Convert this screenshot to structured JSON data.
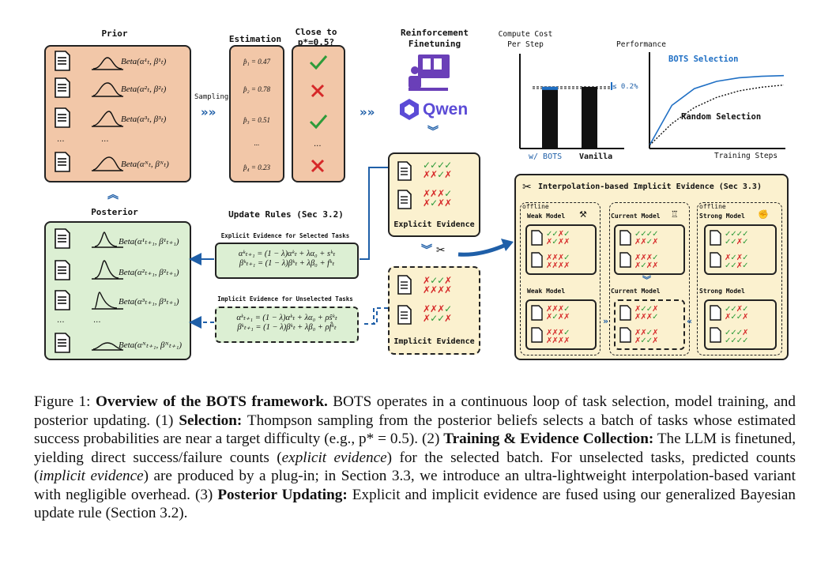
{
  "prior": {
    "title": "Prior",
    "rows": [
      "Beta(α¹ₜ, β¹ₜ)",
      "Beta(α²ₜ, β²ₜ)",
      "Beta(α³ₜ, β³ₜ)",
      "Beta(αᴺₜ, βᴺₜ)"
    ],
    "ellipsis": "...",
    "sampling": "Sampling"
  },
  "estimation": {
    "title": "Estimation",
    "values": [
      "p̂₁ = 0.47",
      "p̂₂ = 0.78",
      "p̂₃ = 0.51",
      "p̂₄ = 0.23"
    ],
    "ellipsis": "..."
  },
  "close": {
    "title_line1": "Close to",
    "title_line2": "p*=0.5?",
    "marks": [
      "check",
      "cross",
      "check",
      "cross"
    ]
  },
  "posterior": {
    "title": "Posterior",
    "rows": [
      "Beta(α¹ₜ₊₁, β¹ₜ₊₁)",
      "Beta(α²ₜ₊₁, β²ₜ₊₁)",
      "Beta(α³ₜ₊₁, β³ₜ₊₁)",
      "Beta(αᴺₜ₊₁, βᴺₜ₊₁)"
    ],
    "ellipsis": "..."
  },
  "update": {
    "title": "Update Rules (Sec 3.2)",
    "explicit_label": "Explicit Evidence for Selected Tasks",
    "explicit_eq1": "αᵏₜ₊₁ = (1 − λ)αᵏₜ + λα₀ + sᵏₜ",
    "explicit_eq2": "βᵏₜ₊₁ = (1 − λ)βᵏₜ + λβ₀ + fᵏₜ",
    "implicit_label": "Implicit Evidence for Unselected Tasks",
    "implicit_eq1": "αᵏₜ₊₁ = (1 − λ)αᵏₜ + λα₀ + ρŝᵏₜ",
    "implicit_eq2": "βᵏₜ₊₁ = (1 − λ)βᵏₜ + λβ₀ + ρf̂ᵏₜ"
  },
  "rl": {
    "title_line1": "Reinforcement",
    "title_line2": "Finetuning",
    "qwen": "Qwen",
    "explicit_title": "Explicit Evidence",
    "implicit_title": "Implicit Evidence"
  },
  "chart_left": {
    "title_line1": "Compute Cost",
    "title_line2": "Per Step",
    "categories": [
      "w/ BOTS",
      "Vanilla"
    ],
    "annotation": "≤ 0.2%"
  },
  "chart_right": {
    "title": "Performance",
    "xlabel": "Training Steps",
    "series": [
      "BOTS Selection",
      "Random Selection"
    ]
  },
  "chart_data": [
    {
      "type": "bar",
      "title": "Compute Cost Per Step",
      "categories": [
        "w/ BOTS",
        "Vanilla"
      ],
      "values": [
        1.002,
        1.0
      ],
      "annotation": "≤ 0.2%"
    },
    {
      "type": "line",
      "title": "Performance",
      "xlabel": "Training Steps",
      "series": [
        {
          "name": "BOTS Selection",
          "values": [
            0,
            0.55,
            0.78,
            0.88,
            0.93,
            0.95,
            0.96
          ]
        },
        {
          "name": "Random Selection",
          "values": [
            0,
            0.3,
            0.52,
            0.66,
            0.75,
            0.8,
            0.83
          ]
        }
      ]
    }
  ],
  "interp": {
    "title": "Interpolation-based Implicit Evidence (Sec 3.3)",
    "offline": "offline",
    "weak": "Weak Model",
    "current": "Current Model",
    "strong": "Strong Model"
  },
  "colors": {
    "prior": "#f2c7a8",
    "posterior": "#dcefd3",
    "cream": "#fbf1cf",
    "accent": "#1f5fa8",
    "check": "#2e9b3a",
    "cross": "#d62828",
    "bots_line": "#1f6fc4"
  },
  "caption": {
    "fig": "Figure 1:",
    "bold1": "Overview of the BOTS framework.",
    "t1": " BOTS operates in a continuous loop of task selection, model training, and posterior updating. (1) ",
    "b_sel": "Selection:",
    "t2": " Thompson sampling from the posterior beliefs selects a batch of tasks whose estimated success probabilities are near a target difficulty (e.g., p* = 0.5). (2) ",
    "b_train": "Training & Evidence Collection:",
    "t3": " The LLM is finetuned, yielding direct success/failure counts (",
    "i_exp": "explicit evidence",
    "t4": ") for the selected batch. For unselected tasks, predicted counts (",
    "i_imp": "implicit evidence",
    "t5": ") are produced by a plug-in; in Section 3.3, we introduce an ultra-lightweight interpolation-based variant with negligible overhead. (3) ",
    "b_post": "Posterior Updating:",
    "t6": " Explicit and implicit evidence are fused using our generalized Bayesian update rule (Section 3.2)."
  }
}
